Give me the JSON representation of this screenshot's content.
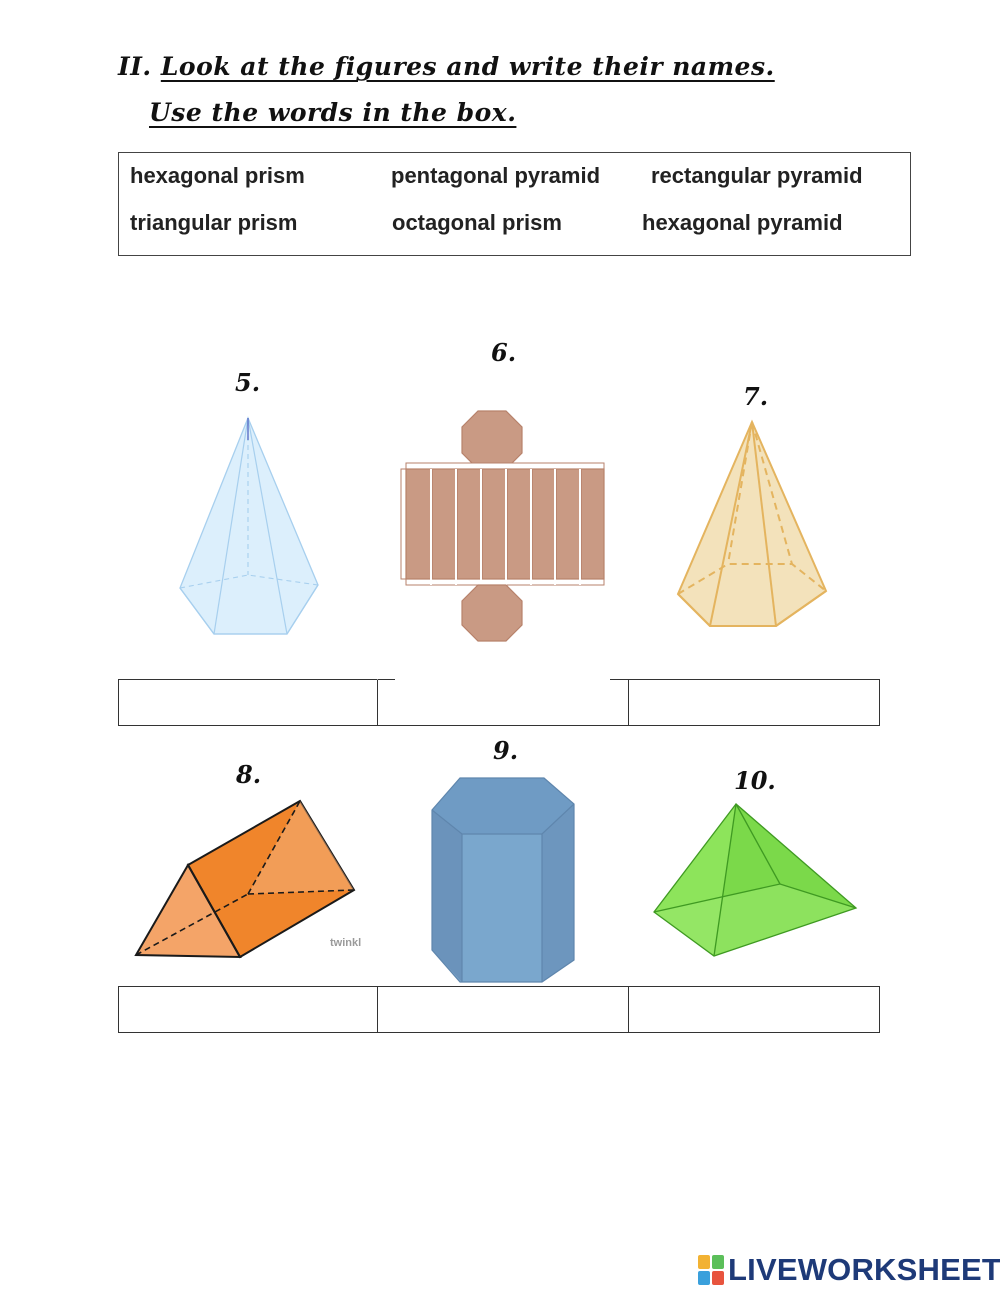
{
  "instructions": {
    "number": "II.",
    "line1": "Look at the figures and write their names.",
    "line2": "Use the words in the box."
  },
  "word_box": {
    "words": [
      "hexagonal prism",
      "pentagonal pyramid",
      "rectangular pyramid",
      "triangular prism",
      "octagonal prism",
      "hexagonal pyramid"
    ]
  },
  "figures": [
    {
      "number": "5.",
      "shape": "pentagonal-pyramid",
      "color": "#dceffc"
    },
    {
      "number": "6.",
      "shape": "octagonal-prism-net",
      "color": "#c99a84"
    },
    {
      "number": "7.",
      "shape": "hexagonal-pyramid",
      "color": "#f3e2bb"
    },
    {
      "number": "8.",
      "shape": "triangular-prism",
      "color": "#f0852b",
      "watermark": "twinkl"
    },
    {
      "number": "9.",
      "shape": "hexagonal-prism",
      "color": "#7aa3c9"
    },
    {
      "number": "10.",
      "shape": "rectangular-pyramid",
      "color": "#7ee04b"
    }
  ],
  "answers": [
    "",
    "",
    "",
    "",
    "",
    ""
  ],
  "brand": {
    "name": "LIVEWORKSHEETS",
    "logo_colors": [
      "#f2b233",
      "#5bbf5a",
      "#3aa0dc",
      "#e8543e"
    ]
  }
}
